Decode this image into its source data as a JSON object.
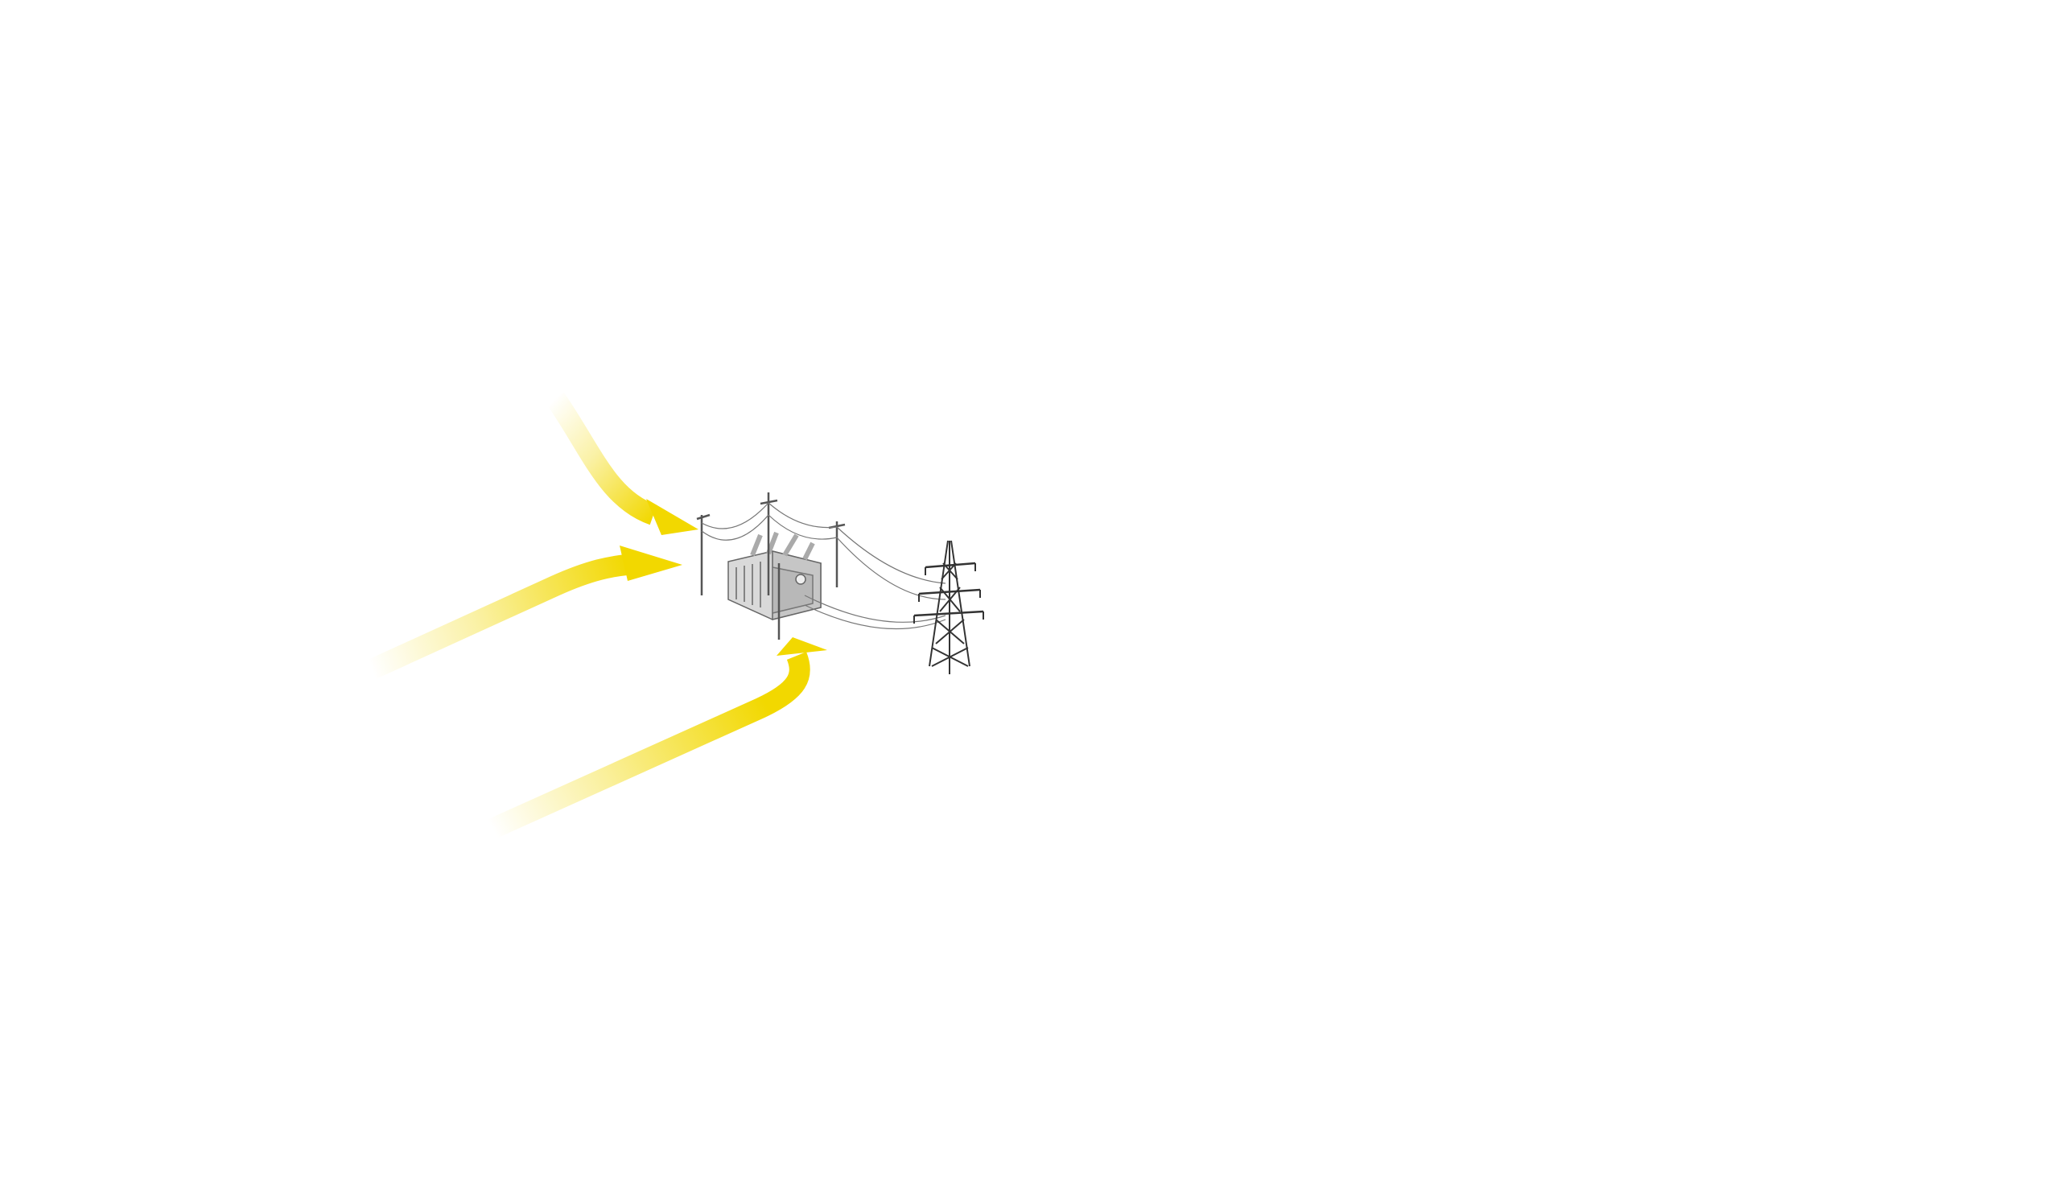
{
  "scene": {
    "background_color": "#ffffff",
    "arrow_color": "#f2d800",
    "line_color": "#555555",
    "equipment_fill": "#d4d4d4",
    "tower_color": "#333333",
    "arrows": [
      {
        "name": "arrow-from-top"
      },
      {
        "name": "arrow-from-left"
      },
      {
        "name": "arrow-from-bottom"
      }
    ],
    "elements": [
      {
        "name": "substation",
        "icon": "transformer-icon"
      },
      {
        "name": "transmission-tower",
        "icon": "pylon-icon"
      }
    ]
  }
}
